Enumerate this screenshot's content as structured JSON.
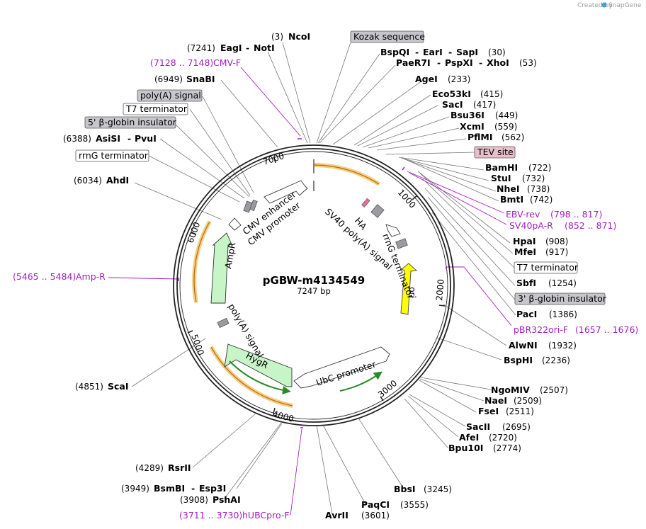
{
  "credit": "Created by",
  "brand": "SnapGene",
  "plasmid": {
    "name": "pGBW-m4134549",
    "length": "7247 bp"
  },
  "ruler": [
    "1000",
    "2000",
    "3000",
    "4000",
    "5000",
    "6000",
    "7000"
  ],
  "features_inner": {
    "ha": "HA",
    "sv40": "SV40 poly(A) signal",
    "rrng": "rrnG terminator",
    "ori": "ori",
    "cmv_enh": "CMV enhancer",
    "cmv_prom": "CMV promoter",
    "ampr": "AmpR",
    "polya": "poly(A) signal",
    "hygr": "HygR",
    "ubc": "UbC promoter"
  },
  "boxes": {
    "kozak": "Kozak sequence",
    "tev": "TEV site",
    "polya": "poly(A) signal",
    "t7_left": "T7 terminator",
    "globin_left": "5' β-globin insulator",
    "rrng_left": "rrnG terminator",
    "t7_right": "T7 terminator",
    "globin_right": "3' β-globin insulator"
  },
  "sites": {
    "ncoi": {
      "pos": "(3)",
      "name": "NcoI"
    },
    "eagi": {
      "pos": "(7241)",
      "name": "EagI",
      "name2": "NotI"
    },
    "snabi": {
      "pos": "(6949)",
      "name": "SnaBI"
    },
    "asisi": {
      "pos": "(6388)",
      "name": "AsiSI",
      "name2": "PvuI"
    },
    "ahdi": {
      "pos": "(6034)",
      "name": "AhdI"
    },
    "scai": {
      "pos": "(4851)",
      "name": "ScaI"
    },
    "rsrii": {
      "pos": "(4289)",
      "name": "RsrII"
    },
    "bsmbi": {
      "pos": "(3949)",
      "name": "BsmBI",
      "name2": "Esp3I"
    },
    "pshai": {
      "pos": "(3908)",
      "name": "PshAI"
    },
    "avrii": {
      "name": "AvrII",
      "pos": "(3601)"
    },
    "paqci": {
      "name": "PaqCI",
      "pos": "(3555)"
    },
    "bbsi": {
      "name": "BbsI",
      "pos": "(3245)"
    },
    "bspqi": {
      "name": "BspQI",
      "name2": "EarI",
      "name3": "SapI",
      "pos": "(30)"
    },
    "paer7i": {
      "name": "PaeR7I",
      "name2": "PspXI",
      "name3": "XhoI",
      "pos": "(53)"
    },
    "agei": {
      "name": "AgeI",
      "pos": "(233)"
    },
    "eco53ki": {
      "name": "Eco53kI",
      "pos": "(415)"
    },
    "saci": {
      "name": "SacI",
      "pos": "(417)"
    },
    "bsu36i": {
      "name": "Bsu36I",
      "pos": "(449)"
    },
    "xcmi": {
      "name": "XcmI",
      "pos": "(559)"
    },
    "pflmi": {
      "name": "PflMI",
      "pos": "(562)"
    },
    "bamhi": {
      "name": "BamHI",
      "pos": "(722)"
    },
    "stui": {
      "name": "StuI",
      "pos": "(732)"
    },
    "nhei": {
      "name": "NheI",
      "pos": "(738)"
    },
    "bmti": {
      "name": "BmtI",
      "pos": "(742)"
    },
    "hpai": {
      "name": "HpaI",
      "pos": "(908)"
    },
    "mfei": {
      "name": "MfeI",
      "pos": "(917)"
    },
    "sbfi": {
      "name": "SbfI",
      "pos": "(1254)"
    },
    "paci": {
      "name": "PacI",
      "pos": "(1386)"
    },
    "alwni": {
      "name": "AlwNI",
      "pos": "(1932)"
    },
    "bsphi": {
      "name": "BspHI",
      "pos": "(2236)"
    },
    "ngomiv": {
      "name": "NgoMIV",
      "pos": "(2507)"
    },
    "naei": {
      "name": "NaeI",
      "pos": "(2509)"
    },
    "fsei": {
      "name": "FseI",
      "pos": "(2511)"
    },
    "sacii": {
      "name": "SacII",
      "pos": "(2695)"
    },
    "afei": {
      "name": "AfeI",
      "pos": "(2720)"
    },
    "bpu10i": {
      "name": "Bpu10I",
      "pos": "(2774)"
    }
  },
  "primers": {
    "cmvf": {
      "range": "(7128 .. 7148)",
      "name": "CMV-F"
    },
    "ampr": {
      "range": "(5465 .. 5484)",
      "name": "Amp-R"
    },
    "hubc": {
      "range": "(3711 .. 3730)",
      "name": "hUBCpro-F"
    },
    "ebv": {
      "name": "EBV-rev",
      "range": "(798 .. 817)"
    },
    "sv40": {
      "name": "SV40pA-R",
      "range": "(852 .. 871)"
    },
    "pbr": {
      "name": "pBR322ori-F",
      "range": "(1657 .. 1676)"
    }
  },
  "colors": {
    "primer": "#a020c0",
    "ori": "#ffff00",
    "green_feature": "#c8f5c8",
    "orange_highlight": "#f5c46a",
    "grey_box": "#c6c6cc",
    "tev_box": "#e8c0cc"
  }
}
